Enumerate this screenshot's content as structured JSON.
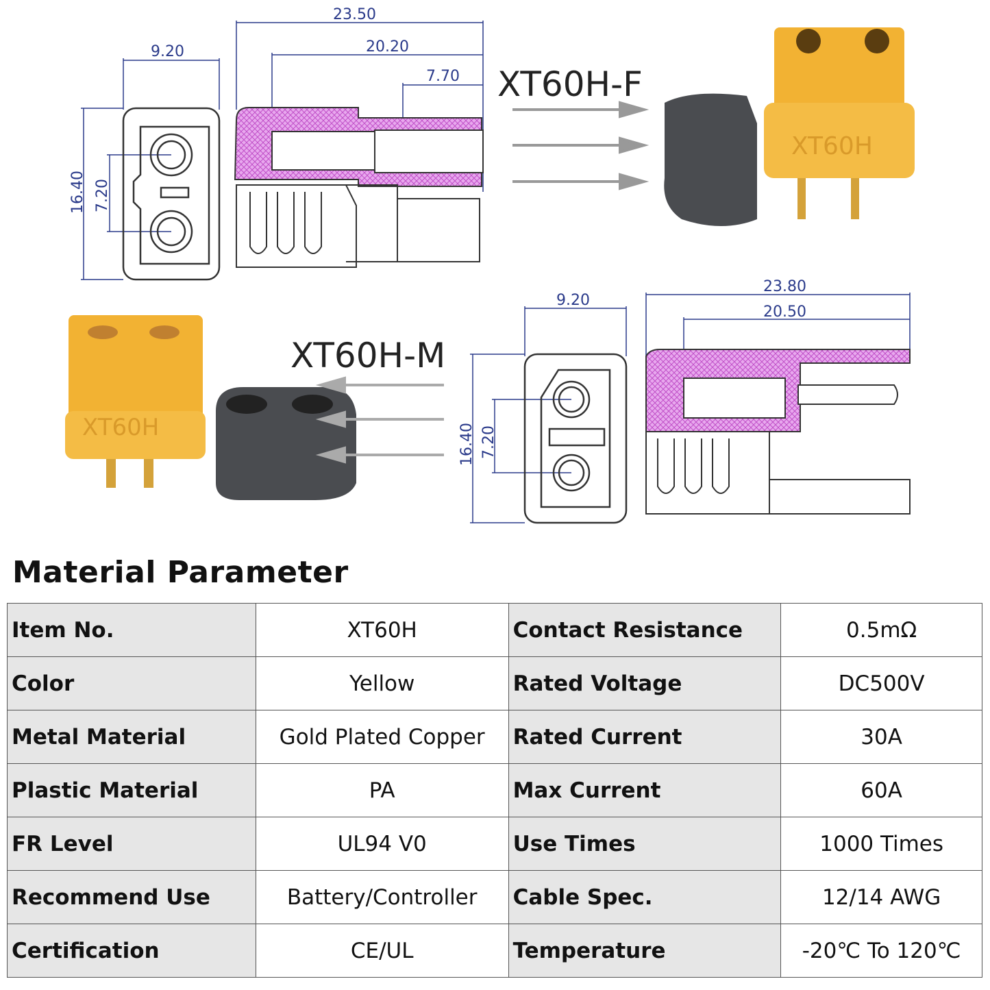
{
  "female": {
    "model": "XT60H-F",
    "dims": {
      "overall_length": "23.50",
      "body_length": "20.20",
      "pin_length": "7.70",
      "width": "9.20",
      "height": "16.40",
      "pin_pitch": "7.20"
    }
  },
  "male": {
    "model": "XT60H-M",
    "dims": {
      "overall_length": "23.80",
      "body_length": "20.50",
      "width": "9.20",
      "height": "16.40",
      "pin_pitch": "7.20"
    }
  },
  "housing_marking": "XT60H",
  "colors": {
    "connector": "#f2b233",
    "cap": "#4a4c50",
    "dimension": "#2a3a8a",
    "section_hatch": "#d070d8"
  },
  "table": {
    "title": "Material Parameter",
    "rows": [
      {
        "label1": "Item No.",
        "value1": "XT60H",
        "label2": "Contact Resistance",
        "value2": "0.5mΩ"
      },
      {
        "label1": "Color",
        "value1": "Yellow",
        "label2": "Rated Voltage",
        "value2": "DC500V"
      },
      {
        "label1": "Metal Material",
        "value1": "Gold Plated Copper",
        "label2": "Rated Current",
        "value2": "30A"
      },
      {
        "label1": "Plastic Material",
        "value1": "PA",
        "label2": "Max Current",
        "value2": "60A"
      },
      {
        "label1": "FR Level",
        "value1": "UL94 V0",
        "label2": "Use Times",
        "value2": "1000 Times"
      },
      {
        "label1": "Recommend Use",
        "value1": "Battery/Controller",
        "label2": "Cable Spec.",
        "value2": "12/14 AWG"
      },
      {
        "label1": "Certification",
        "value1": "CE/UL",
        "label2": "Temperature",
        "value2": "-20℃ To 120℃"
      }
    ]
  }
}
